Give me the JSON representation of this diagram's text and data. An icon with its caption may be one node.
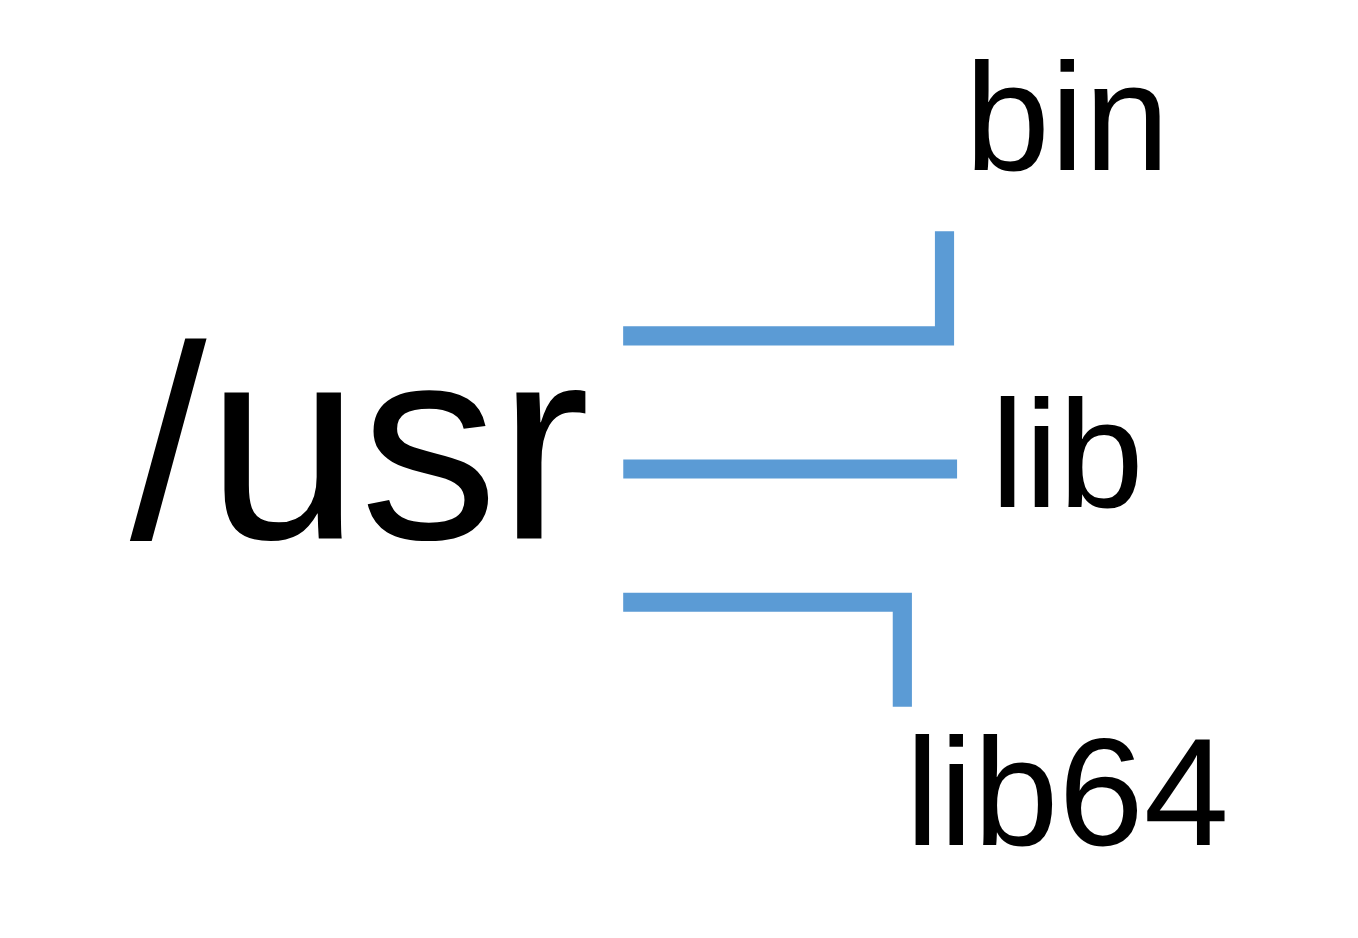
{
  "diagram": {
    "nodes": [
      {
        "text": [
          "/usr"
        ]
      },
      {
        "text": [
          "bin"
        ]
      },
      {
        "text": [
          "lib"
        ]
      },
      {
        "text": [
          "lib64"
        ]
      }
    ],
    "edges": [
      {
        "from": 0,
        "to": 1,
        "arrow": "none"
      },
      {
        "from": 0,
        "to": 2,
        "arrow": "none"
      },
      {
        "from": 0,
        "to": 3,
        "arrow": "none"
      }
    ]
  }
}
